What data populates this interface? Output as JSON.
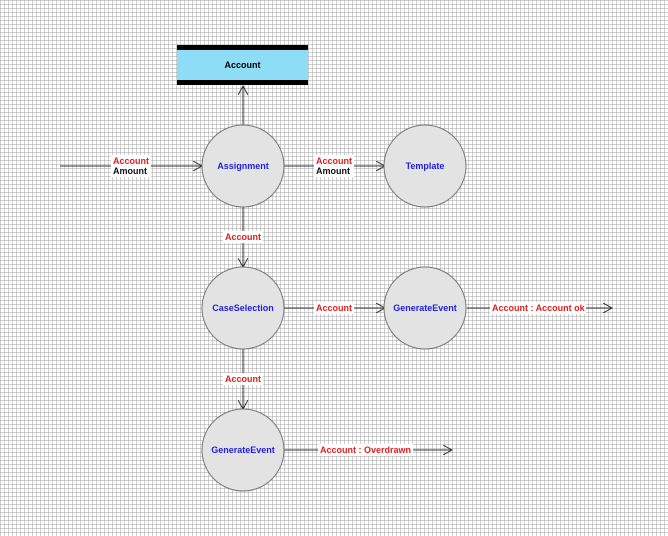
{
  "colors": {
    "process_fill": "#e3e3e3",
    "process_stroke": "#777777",
    "process_text": "#2222dd",
    "store_fill": "#8fdcf6",
    "store_bar": "#000000",
    "store_text": "#000000",
    "arrow": "#333333",
    "flow_label_red": "#e02020",
    "flow_label_black": "#111111"
  },
  "store": {
    "label": "Account"
  },
  "processes": {
    "assignment": "Assignment",
    "template": "Template",
    "case_selection": "CaseSelection",
    "generate_event_1": "GenerateEvent",
    "generate_event_2": "GenerateEvent"
  },
  "flows": {
    "input": {
      "line1": "Account",
      "line2": "Amount"
    },
    "to_template": {
      "line1": "Account",
      "line2": "Amount"
    },
    "to_case_selection": "Account",
    "to_generate_event_1": "Account",
    "to_generate_event_2": "Account",
    "out_account_ok": "Account : Account ok",
    "out_overdrawn": "Account : Overdrawn"
  }
}
